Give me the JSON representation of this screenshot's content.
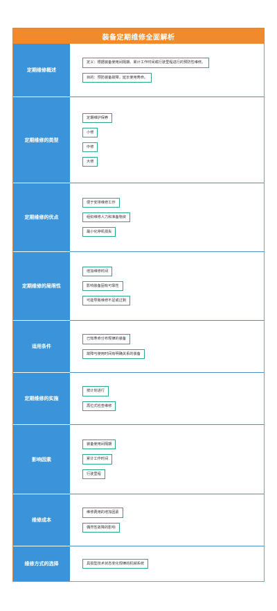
{
  "title": "装备定期维修全面解析",
  "rows": [
    {
      "category": "定期维修概述",
      "items": [
        "定义：根据装备使用间隔期、累计工作时间或行驶里程进行的预防性维修。",
        "目的：预防装备故障，延长使用寿命。"
      ]
    },
    {
      "category": "定期维修的类型",
      "items": [
        "定期维护保养",
        "小修",
        "中修",
        "大修"
      ]
    },
    {
      "category": "定期维修的优点",
      "items": [
        "便于安排维修工作",
        "组织维修人力和准备物资",
        "最小化停机损失"
      ]
    },
    {
      "category": "定期维修的局限性",
      "items": [
        "增加维修时间",
        "影响装备固有可靠性",
        "可能导致维修不足或过剩"
      ]
    },
    {
      "category": "适用条件",
      "items": [
        "已知寿命分布规律的装备",
        "故障与使用时间有明确关系的装备"
      ]
    },
    {
      "category": "定期维修的实施",
      "items": [
        "按计划进行",
        "再位式检查维修"
      ]
    },
    {
      "category": "影响因素",
      "items": [
        "装备使用间隔期",
        "累计工作时间",
        "行驶里程"
      ]
    },
    {
      "category": "维修成本",
      "items": [
        "维修费用的增加因素",
        "偶然性故障的影响"
      ]
    },
    {
      "category": "维修方式的选择",
      "items": [
        "具损型技术状态变化规律的机械系统"
      ]
    }
  ]
}
